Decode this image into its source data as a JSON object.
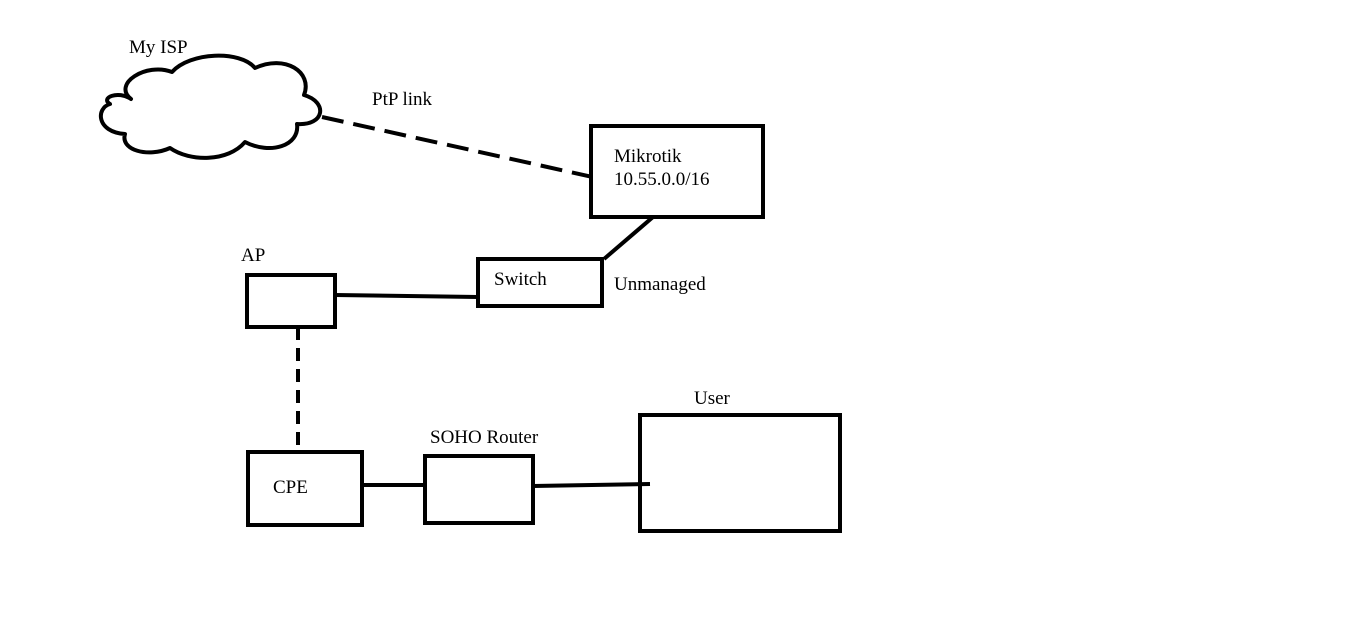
{
  "diagram": {
    "isp_label": "My ISP",
    "link_label": "PtP link",
    "mikrotik": {
      "name": "Mikrotik",
      "subnet": "10.55.0.0/16"
    },
    "switch_label": "Switch",
    "switch_note": "Unmanaged",
    "ap_label": "AP",
    "cpe_label": "CPE",
    "router_label": "SOHO Router",
    "user_label": "User",
    "stroke_color": "#000000",
    "background_color": "#ffffff",
    "icons": {
      "isp": "cloud-icon"
    }
  }
}
